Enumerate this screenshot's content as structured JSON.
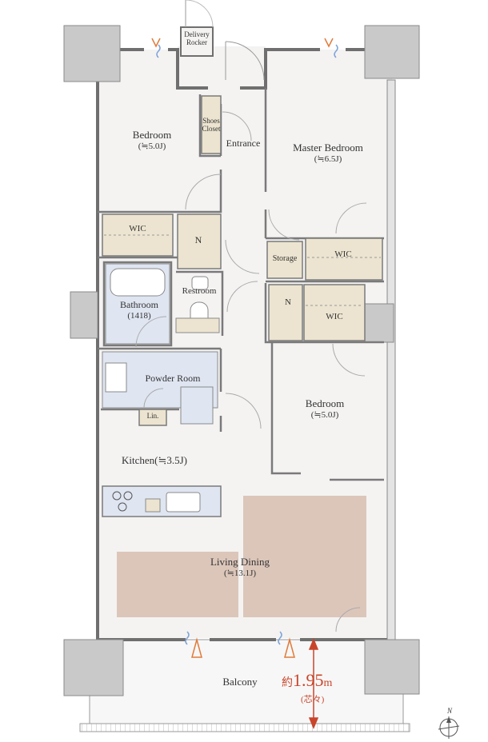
{
  "rooms": {
    "bedroom_nw": {
      "name": "Bedroom",
      "size": "(≒5.0J)"
    },
    "master_bedroom": {
      "name": "Master Bedroom",
      "size": "(≒6.5J)"
    },
    "bedroom_se": {
      "name": "Bedroom",
      "size": "(≒5.0J)"
    },
    "living_dining": {
      "name": "Living Dining",
      "size": "(≒13.1J)"
    },
    "kitchen": {
      "name": "Kitchen",
      "size": "(≒3.5J)"
    },
    "bathroom": {
      "name": "Bathroom",
      "size": "(1418)"
    },
    "restroom": {
      "name": "Restroom"
    },
    "powder_room": {
      "name": "Powder Room"
    },
    "entrance": {
      "name": "Entrance"
    },
    "balcony": {
      "name": "Balcony"
    },
    "delivery": {
      "line1": "Delivery",
      "line2": "Rocker"
    },
    "shoes": {
      "line1": "Shoes",
      "line2": "Closet"
    },
    "wic_nw": {
      "name": "WIC"
    },
    "wic_master": {
      "name": "WIC"
    },
    "wic_se": {
      "name": "WIC"
    },
    "storage": {
      "name": "Storage"
    },
    "n_left": {
      "name": "N"
    },
    "n_right": {
      "name": "N"
    },
    "linen": {
      "name": "Lin."
    }
  },
  "balcony_depth": {
    "prefix": "約",
    "value": "1.95",
    "unit": "m",
    "note": "(芯々)"
  },
  "compass": {
    "label": "N"
  },
  "colors": {
    "floor": "#f4f3f2",
    "wall": "#6f6f6f",
    "column": "#c9c9c9",
    "storage_fill": "#ece4d0",
    "rug": "#dcc6ba",
    "wet_area": "#dfe5f1",
    "dimension": "#c8452b"
  }
}
